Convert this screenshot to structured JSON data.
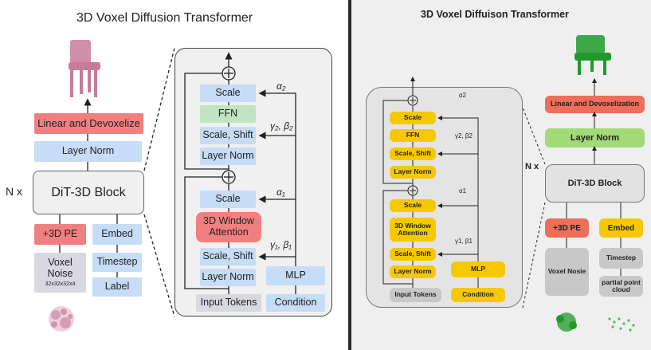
{
  "left": {
    "title": "3D Voxel Diffusion Transformer",
    "n_label": "N x",
    "linear_devox": "Linear and Devoxelize",
    "layer_norm": "Layer Norm",
    "dit_block": "DiT-3D Block",
    "pe": "+3D PE",
    "embed": "Embed",
    "voxel_noise": "Voxel Noise",
    "voxel_noise_size": "32x32x32x4",
    "timestep": "Timestep",
    "label": "Label",
    "detail": {
      "scale_top": "Scale",
      "ffn": "FFN",
      "scale_shift_top": "Scale, Shift",
      "layer_norm_top": "Layer Norm",
      "scale_bottom": "Scale",
      "window_attention": "3D Window Attention",
      "scale_shift_bottom": "Scale, Shift",
      "layer_norm_bottom": "Layer Norm",
      "mlp": "MLP",
      "input_tokens": "Input Tokens",
      "condition": "Condition",
      "alpha2": "α₂",
      "gamma2_beta2": "γ₂, β₂",
      "alpha1": "α₁",
      "gamma1_beta1": "γ₁, β₁"
    }
  },
  "right": {
    "title": "3D Voxel Diffuison Transformer",
    "n_label": "N x",
    "linear_devox": "Linear and Devoxelization",
    "layer_norm": "Layer Norm",
    "dit_block": "DiT-3D Block",
    "pe": "+3D PE",
    "embed": "Embed",
    "voxel_nosie": "Voxel Nosie",
    "timestep": "Timestep",
    "partial_cloud": "partial point cloud",
    "detail": {
      "scale_top": "Scale",
      "ffn": "FFN",
      "scale_shift_top": "Scale, Shift",
      "layer_norm_top": "Layer Norm",
      "scale_bottom": "Scale",
      "window_attention": "3D Window Attention",
      "scale_shift_bottom": "Scale, Shift",
      "layer_norm_bottom": "Layer Norm",
      "mlp": "MLP",
      "input_tokens": "Input Tokens",
      "condition": "Condition",
      "alpha2": "α2",
      "gamma2_beta2": "γ2, β2",
      "alpha1": "α1",
      "gamma1_beta1": "γ1, β1"
    }
  },
  "colors": {
    "blue_box": "#c6dcf7",
    "red_box": "#f08080",
    "green_box": "#bfe4bf",
    "gray_box": "#d8d8e2",
    "yellow_box": "#f6c800",
    "right_green_box": "#a3d977",
    "right_red_box": "#ee6e5a",
    "chair_pink": "#c97a9a",
    "chair_green": "#1f9a2a"
  }
}
